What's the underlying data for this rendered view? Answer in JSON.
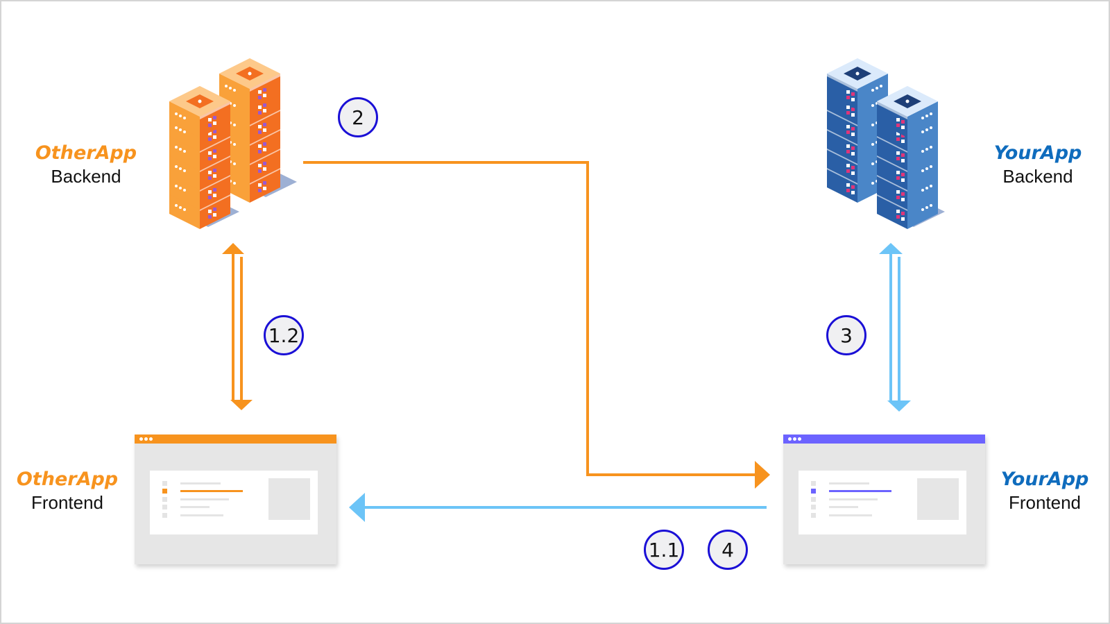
{
  "colors": {
    "other_accent": "#f7931e",
    "your_accent": "#0f6cbd",
    "your_frontend_bar": "#6c63ff",
    "blue_arrow": "#6cc4f7",
    "step_border": "#1a0fd6",
    "server_orange_front": "#f36f21",
    "server_orange_side": "#f9a13a",
    "server_orange_top": "#fdc98a",
    "server_blue_front": "#2a5fa6",
    "server_blue_side": "#4a86c8",
    "server_blue_top": "#dbeafb"
  },
  "nodes": {
    "other_backend": {
      "app": "OtherApp",
      "role": "Backend",
      "icon": "server-stack-icon"
    },
    "your_backend": {
      "app": "YourApp",
      "role": "Backend",
      "icon": "server-stack-icon"
    },
    "other_frontend": {
      "app": "OtherApp",
      "role": "Frontend",
      "icon": "browser-window-icon"
    },
    "your_frontend": {
      "app": "YourApp",
      "role": "Frontend",
      "icon": "browser-window-icon"
    }
  },
  "steps": [
    {
      "id": "step-2",
      "label": "2"
    },
    {
      "id": "step-1-2",
      "label": "1.2"
    },
    {
      "id": "step-3",
      "label": "3"
    },
    {
      "id": "step-1-1",
      "label": "1.1"
    },
    {
      "id": "step-4",
      "label": "4"
    }
  ],
  "edges": [
    {
      "from": "other_backend",
      "to": "your_frontend",
      "color": "orange",
      "direction": "one-way",
      "step": "2"
    },
    {
      "from": "other_backend",
      "to": "other_frontend",
      "color": "orange",
      "direction": "two-way",
      "step": "1.2"
    },
    {
      "from": "your_backend",
      "to": "your_frontend",
      "color": "blue",
      "direction": "two-way",
      "step": "3"
    },
    {
      "from": "your_frontend",
      "to": "other_frontend",
      "color": "blue",
      "direction": "one-way",
      "step": "1.1 / 4"
    }
  ]
}
